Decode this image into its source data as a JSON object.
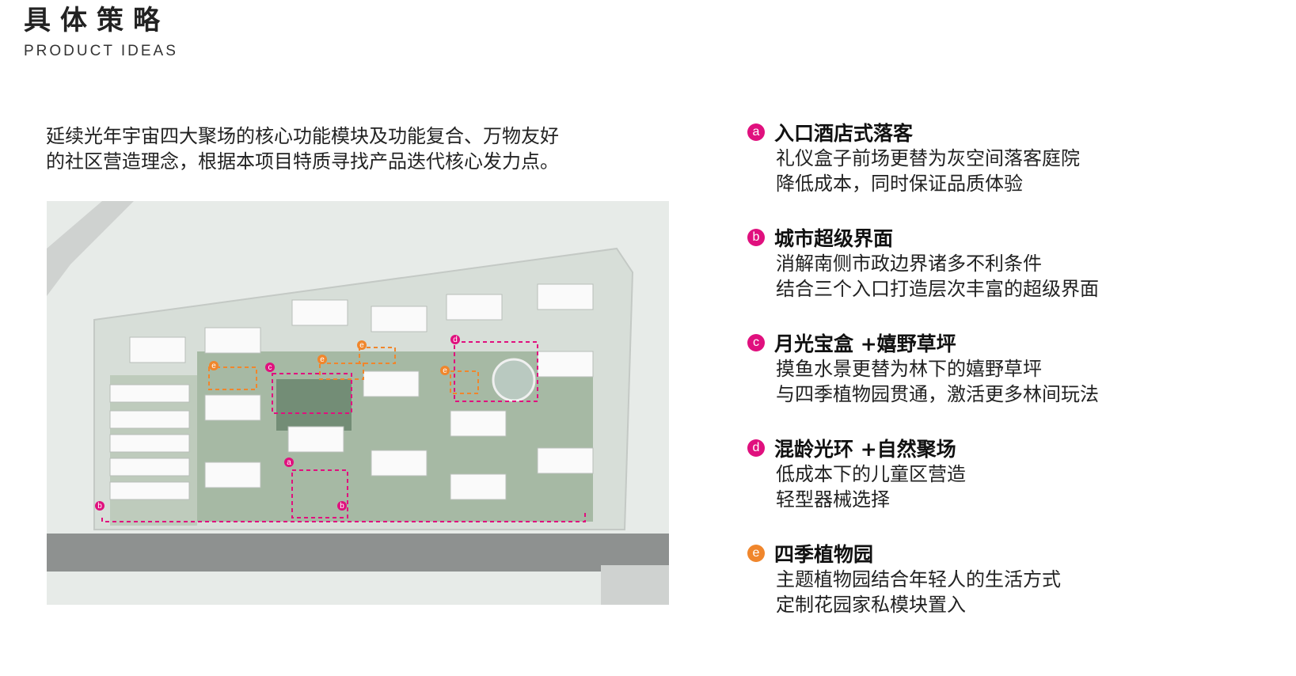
{
  "header": {
    "title_cn": "具体策略",
    "title_en": "PRODUCT IDEAS"
  },
  "intro": {
    "line1": "延续光年宇宙四大聚场的核心功能模块及功能复合、万物友好",
    "line2": "的社区营造理念，根据本项目特质寻找产品迭代核心发力点。"
  },
  "colors": {
    "magenta": "#e0107e",
    "orange": "#f0862c"
  },
  "map": {
    "markers": [
      "a",
      "b",
      "b",
      "c",
      "d",
      "e",
      "e",
      "e",
      "e"
    ]
  },
  "strategies": [
    {
      "badge": "a",
      "badge_color": "#e0107e",
      "title": "入口酒店式落客",
      "lines": [
        "礼仪盒子前场更替为灰空间落客庭院",
        "降低成本，同时保证品质体验"
      ]
    },
    {
      "badge": "b",
      "badge_color": "#e0107e",
      "title": "城市超级界面",
      "lines": [
        "消解南侧市政边界诸多不利条件",
        "结合三个入口打造层次丰富的超级界面"
      ]
    },
    {
      "badge": "c",
      "badge_color": "#e0107e",
      "title": "月光宝盒 +嬉野草坪",
      "lines": [
        "摸鱼水景更替为林下的嬉野草坪",
        "与四季植物园贯通，激活更多林间玩法"
      ]
    },
    {
      "badge": "d",
      "badge_color": "#e0107e",
      "title": "混龄光环 +自然聚场",
      "lines": [
        "低成本下的儿童区营造",
        "轻型器械选择"
      ]
    },
    {
      "badge": "e",
      "badge_color": "#f0862c",
      "title": "四季植物园",
      "lines": [
        "主题植物园结合年轻人的生活方式",
        "定制花园家私模块置入"
      ]
    }
  ]
}
